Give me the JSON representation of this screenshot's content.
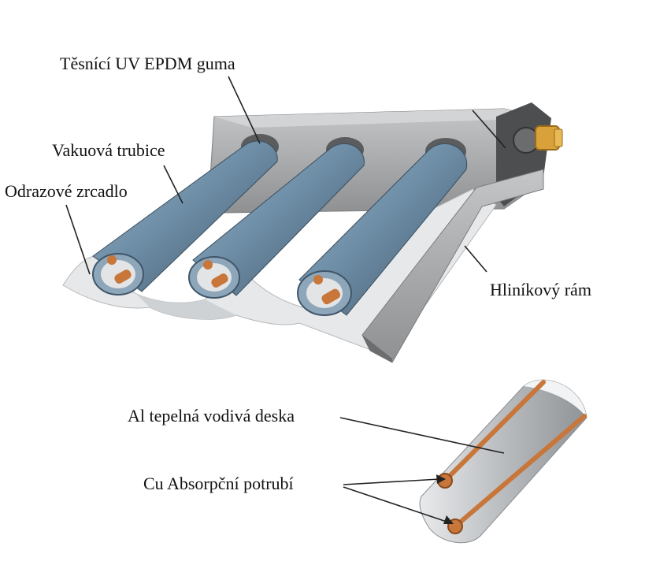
{
  "labels": {
    "seal": "Těsnící UV EPDM guma",
    "tube": "Vakuová trubice",
    "mirror": "Odrazové zrcadlo",
    "frame": "Hliníkový rám",
    "plate": "Al tepelná vodivá deska",
    "pipe": "Cu Absorpční potrubí"
  },
  "colors": {
    "tube": "#6f8fa8",
    "frame": "#a7a9ab",
    "mirror": "#e6e8ea",
    "copper": "#c8763a",
    "fitting": "#d9a13a"
  }
}
